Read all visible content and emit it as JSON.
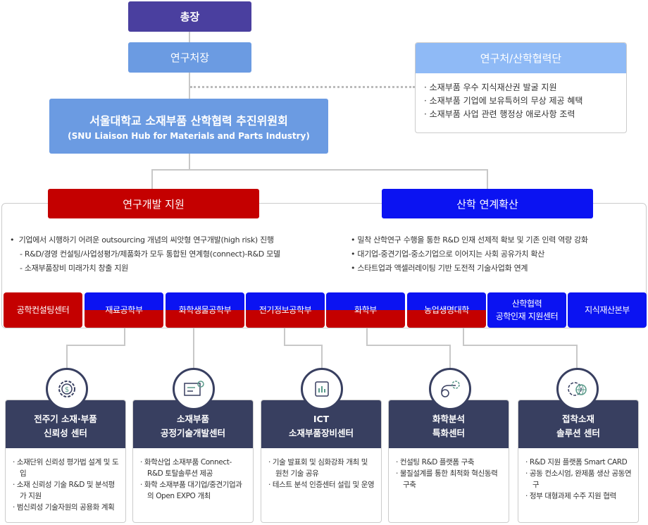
{
  "president": "총장",
  "research_head": "연구처장",
  "office": {
    "title": "연구처/산학협력단",
    "items": [
      "소재부품 우수 지식재산권 발굴 지원",
      "소재부품 기업에 보유특허의 무상 제공 혜택",
      "소재부품 사업 관련 행정상 애로사항 조력"
    ]
  },
  "committee": {
    "title": "서울대학교 소재부품 산학협력 추진위원회",
    "subtitle": "(SNU Liaison Hub for Materials and Parts Industry)"
  },
  "rnd": {
    "title": "연구개발 지원",
    "lines": [
      "기업에서 시행하기 어려운 outsourcing 개념의 씨앗형 연구개발(high risk) 진행",
      "- R&D/경영 컨설팅/사업성평가/제품화가 모두 통합된 연계형(connect)-R&D 모델",
      "- 소재부품장비 미래가치 창출 지원"
    ]
  },
  "industry": {
    "title": "산학 연계확산",
    "lines": [
      "밀착 산학연구 수행을 통한 R&D 인재 선제적 확보 및 기존 인력 역량 강화",
      "대기업-중견기업-중소기업으로 이어지는 사회 공유가치 확산",
      "스타트업과 액셀러레이팅 기반 도전적 기술사업화 연계"
    ]
  },
  "departments": [
    "공학컨설팅센터",
    "재료공학부",
    "화학생물공학부",
    "전기정보공학부",
    "화학부",
    "농업생명대학",
    "산학협력\n공학인재 지원센터",
    "지식재산본부"
  ],
  "centers": [
    {
      "icon": "gear-dollar-icon",
      "title1": "전주기 소재·부품",
      "title2": "신뢰성 센터",
      "items": [
        "소재단위 신뢰성 평가법 설계 및 도입",
        "소재 신뢰성 기술 R&D 및 분석평가 지원",
        "범신뢰성 기술자원의 공용화 계획"
      ]
    },
    {
      "icon": "process-screen-icon",
      "title1": "소재부품",
      "title2": "공정기술개발센터",
      "items": [
        "화학산업 소재부품 Connect-R&D 토탈솔루션 제공",
        "화학 소재부품 대기업/중견기업과의 Open EXPO 개최"
      ]
    },
    {
      "icon": "chip-chart-icon",
      "title1": "ICT",
      "title2": "소재부품장비센터",
      "items": [
        "기술 발표회 및 심화강좌 개최 및 원천 기술 공유",
        "테스트 분석 인증센터 설립 및 운영"
      ]
    },
    {
      "icon": "analysis-gear-icon",
      "title1": "화학분석",
      "title2": "특화센터",
      "items": [
        "컨설팅 R&D 플랫폼 구축",
        "물질설계를 통한 최적화 혁신동력 구축"
      ]
    },
    {
      "icon": "global-dollar-icon",
      "title1": "접착소재",
      "title2": "솔루션 센터",
      "items": [
        "R&D 지원 플랫폼 Smart CARD",
        "공동 컨소시엄, 완제품 생산 공동연구",
        "정부 대형과제 수주 지원 협력"
      ]
    }
  ]
}
